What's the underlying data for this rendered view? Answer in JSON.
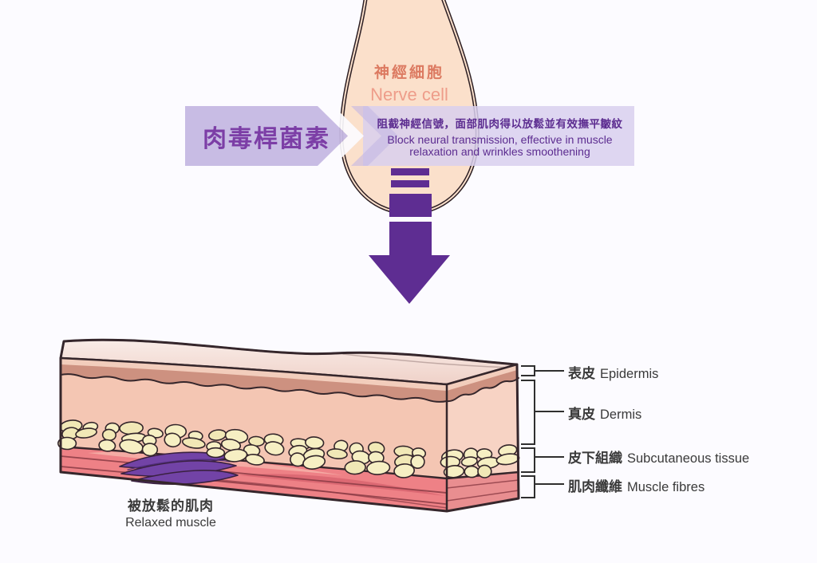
{
  "nerve_cell": {
    "label_zh": "神經細胞",
    "label_en": "Nerve cell"
  },
  "botox_banner": {
    "label": "肉毒桿菌素"
  },
  "effect_box": {
    "line_zh": "阻截神經信號，面部肌肉得以放鬆並有效撫平皺紋",
    "line_en_1": "Block neural transmission, effective in muscle",
    "line_en_2": "relaxation and wrinkles smoothening"
  },
  "skin_layers": [
    {
      "zh": "表皮",
      "en": "Epidermis"
    },
    {
      "zh": "真皮",
      "en": "Dermis"
    },
    {
      "zh": "皮下組織",
      "en": "Subcutaneous tissue"
    },
    {
      "zh": "肌肉纖維",
      "en": "Muscle fibres"
    }
  ],
  "relaxed_muscle": {
    "zh": "被放鬆的肌肉",
    "en": "Relaxed muscle"
  },
  "colors": {
    "arrow_purple": "#5E2D92",
    "banner_purple": "#C5B8E3",
    "effect_box_lavender": "#D8D0EE",
    "botox_text_purple": "#7C3EA6",
    "effect_text_purple": "#5C2C90",
    "nerve_cell_fill": "#FBE0CB",
    "nerve_text_coral": "#DC7A61",
    "relaxed_muscle_purple": "#7243A6",
    "label_text": "#3A3A3A"
  }
}
